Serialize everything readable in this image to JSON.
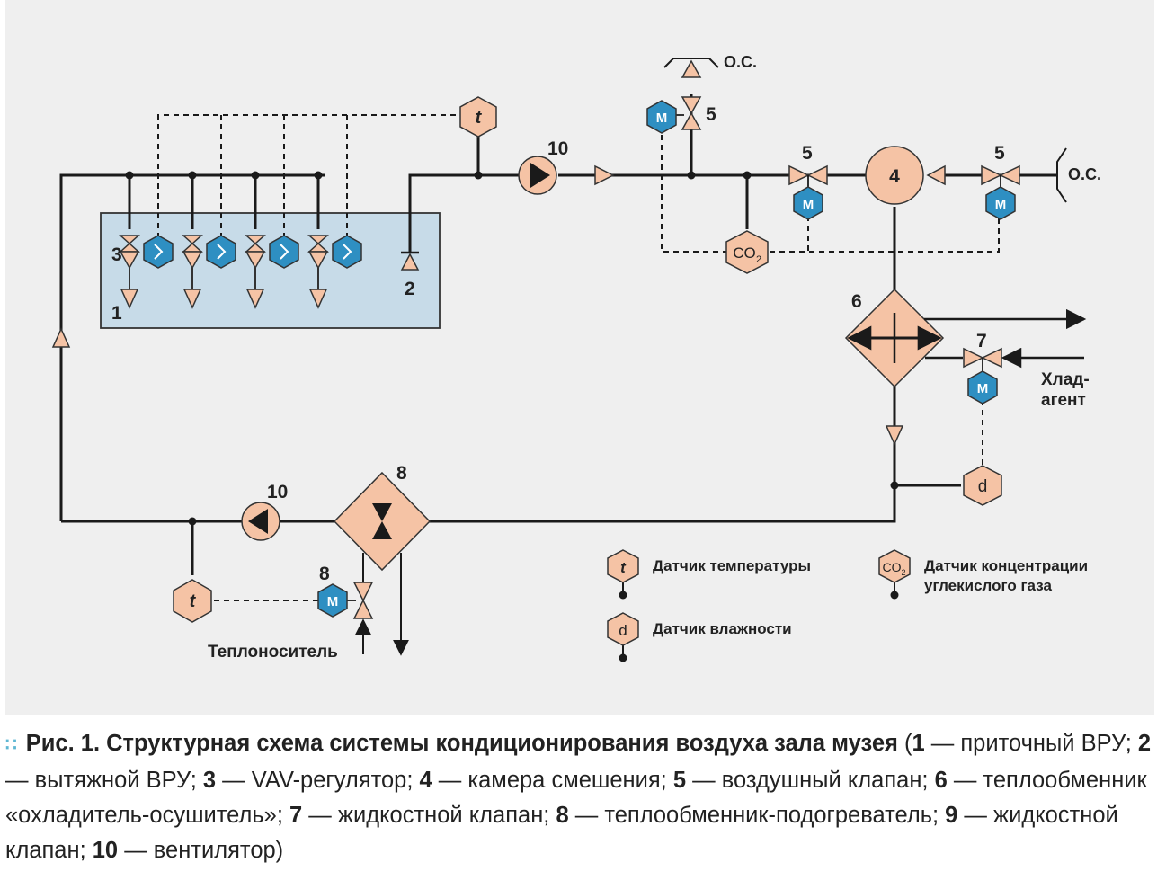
{
  "diagram": {
    "labels": {
      "num1": "1",
      "num2": "2",
      "num3": "3",
      "num4": "4",
      "num5a": "5",
      "num5b": "5",
      "num5c": "5",
      "num6": "6",
      "num7": "7",
      "num8a": "8",
      "num8b": "8",
      "num10a": "10",
      "num10b": "10",
      "os_top": "О.С.",
      "os_right": "О.С.",
      "refrigerant_1": "Хлад-",
      "refrigerant_2": "агент",
      "heat_carrier": "Теплоноситель",
      "sensor_t": "t",
      "sensor_d": "d",
      "sensor_co2": "CO",
      "sensor_co2_sub": "2",
      "motor": "M"
    },
    "legend": {
      "temp_sensor": "Датчик температуры",
      "humidity_sensor": "Датчик влажности",
      "co2_sensor_1": "Датчик концентрации",
      "co2_sensor_2": "углекислого газа"
    },
    "colors": {
      "sensor_fill": "#f5c3a5",
      "motor_fill": "#2e8fc2",
      "room_fill": "#c7dbe8",
      "line": "#1a1a1a"
    }
  },
  "caption": {
    "fig": "Рис. 1.",
    "title": "Структурная схема системы кондиционирования воздуха зала музея",
    "items": [
      {
        "num": "1",
        "text": " — приточный ВРУ; "
      },
      {
        "num": "2",
        "text": " — вытяжной ВРУ; "
      },
      {
        "num": "3",
        "text": " — VAV-регулятор; "
      },
      {
        "num": "4",
        "text": " — камера смешения; "
      },
      {
        "num": "5",
        "text": " — воздушный клапан; "
      },
      {
        "num": "6",
        "text": " — теплообменник «охладитель-осушитель»; "
      },
      {
        "num": "7",
        "text": " — жидкостной клапан; "
      },
      {
        "num": "8",
        "text": " — теплообменник-подогреватель; "
      },
      {
        "num": "9",
        "text": " — жидкостной клапан; "
      },
      {
        "num": "10",
        "text": " — вентилятор)"
      }
    ]
  }
}
